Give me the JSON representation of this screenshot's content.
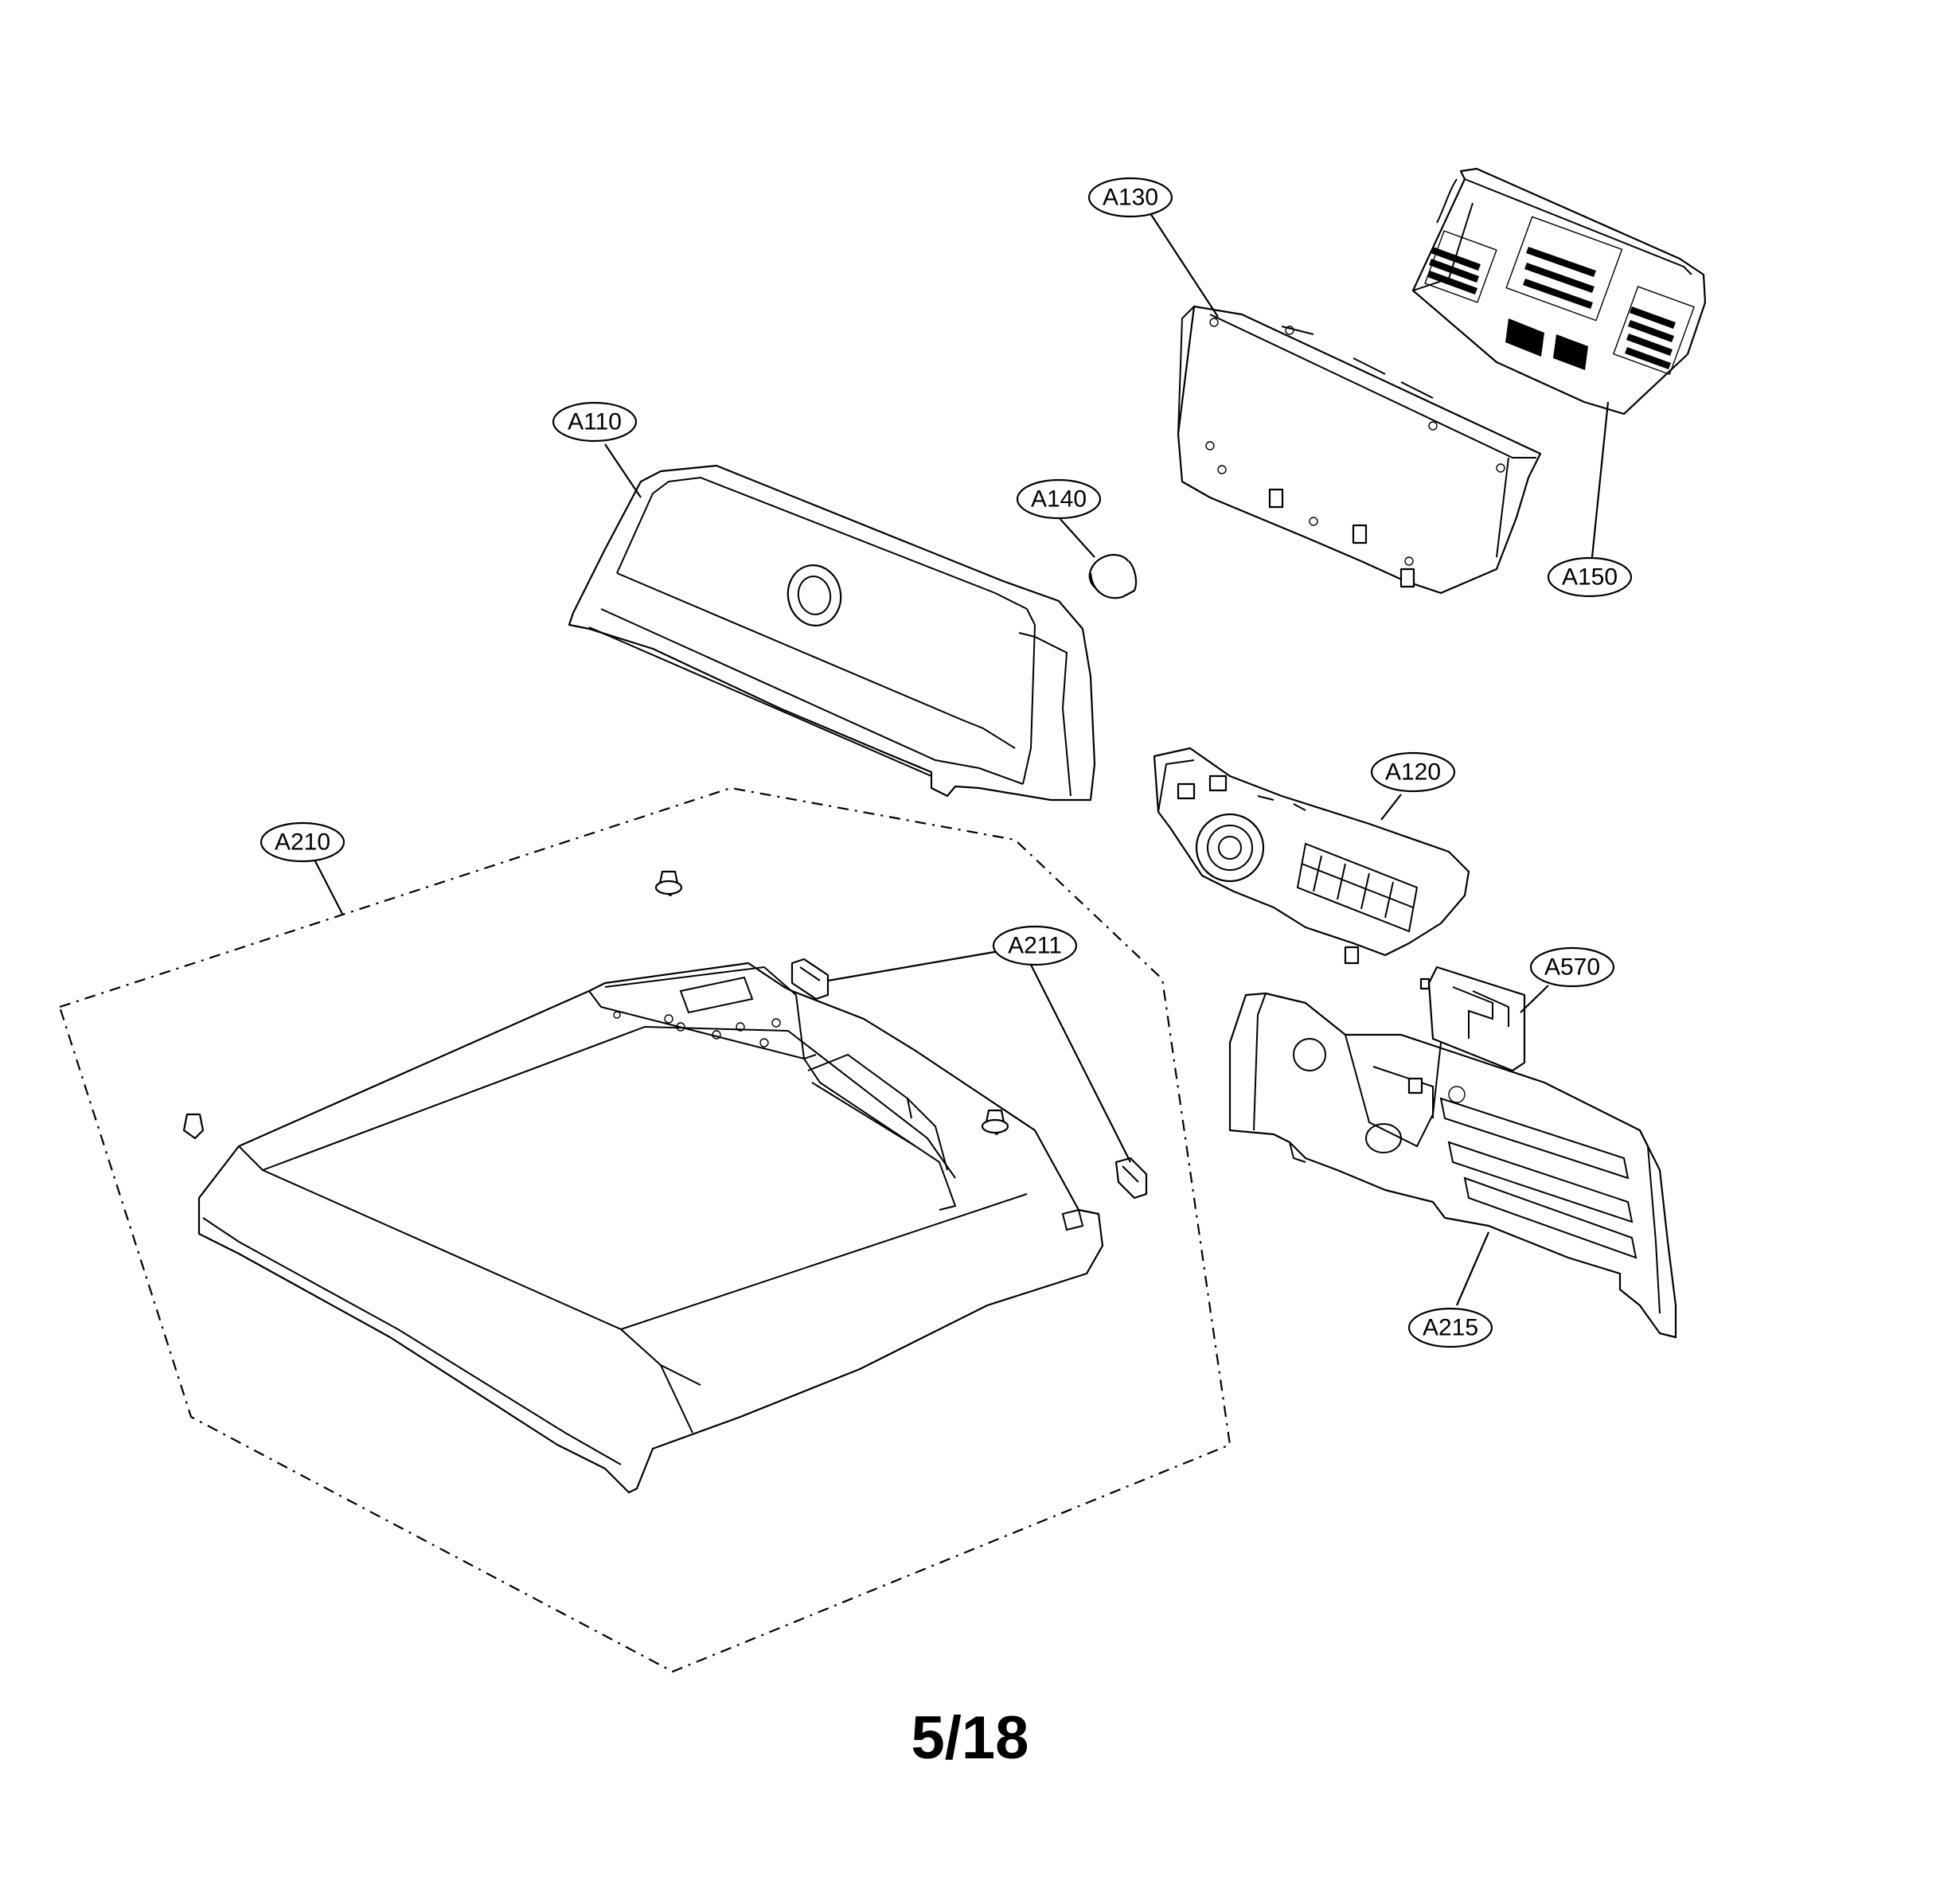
{
  "diagram": {
    "callouts": [
      {
        "id": "A130",
        "label": "A130"
      },
      {
        "id": "A110",
        "label": "A110"
      },
      {
        "id": "A140",
        "label": "A140"
      },
      {
        "id": "A150",
        "label": "A150"
      },
      {
        "id": "A120",
        "label": "A120"
      },
      {
        "id": "A210",
        "label": "A210"
      },
      {
        "id": "A211",
        "label": "A211"
      },
      {
        "id": "A570",
        "label": "A570"
      },
      {
        "id": "A215",
        "label": "A215"
      }
    ]
  },
  "page": {
    "number": "5/18"
  }
}
